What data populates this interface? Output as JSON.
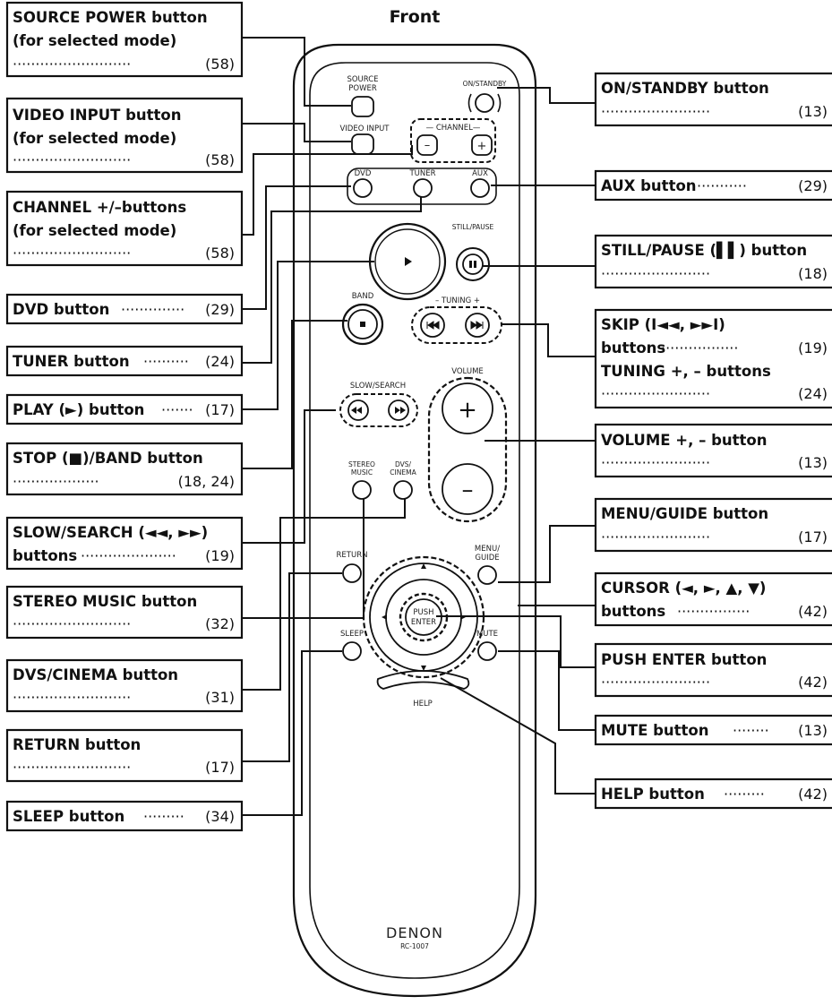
{
  "heading": "Front",
  "callouts": {
    "source_power": {
      "lines": [
        "SOURCE POWER button",
        "(for selected mode)"
      ],
      "ref": "(58)"
    },
    "video_input": {
      "lines": [
        "VIDEO INPUT button",
        "(for selected mode)"
      ],
      "ref": "(58)"
    },
    "channel": {
      "lines": [
        "CHANNEL +/–buttons",
        "(for selected mode)"
      ],
      "ref": "(58)"
    },
    "dvd": {
      "lines": [
        "DVD button"
      ],
      "ref": "(29)"
    },
    "tuner": {
      "lines": [
        "TUNER button"
      ],
      "ref": "(24)"
    },
    "play": {
      "lines": [
        "PLAY (►) button"
      ],
      "ref": "(17)"
    },
    "stop_band": {
      "lines": [
        "STOP (■)/BAND button"
      ],
      "ref": "(18, 24)"
    },
    "slow_search": {
      "lines": [
        "SLOW/SEARCH (◄◄, ►►)",
        "buttons"
      ],
      "ref": "(19)"
    },
    "stereo_music": {
      "lines": [
        "STEREO MUSIC button"
      ],
      "ref": "(32)"
    },
    "dvs_cinema": {
      "lines": [
        "DVS/CINEMA button"
      ],
      "ref": "(31)"
    },
    "return": {
      "lines": [
        "RETURN button"
      ],
      "ref": "(17)"
    },
    "sleep": {
      "lines": [
        "SLEEP button"
      ],
      "ref": "(34)"
    },
    "on_standby": {
      "lines": [
        "ON/STANDBY button"
      ],
      "ref": "(13)"
    },
    "aux": {
      "lines": [
        "AUX button"
      ],
      "ref": "(29)"
    },
    "still_pause": {
      "lines": [
        "STILL/PAUSE (▌▌) button"
      ],
      "ref": "(18)"
    },
    "skip_tuning": {
      "lines": [
        "SKIP (I◄◄, ►►I)",
        "buttons",
        "TUNING +, – buttons"
      ],
      "ref": "(19)",
      "ref2": "(24)"
    },
    "volume": {
      "lines": [
        "VOLUME +, – button"
      ],
      "ref": "(13)"
    },
    "menu_guide": {
      "lines": [
        "MENU/GUIDE button"
      ],
      "ref": "(17)"
    },
    "cursor": {
      "lines": [
        "CURSOR (◄, ►, ▲, ▼)",
        "buttons"
      ],
      "ref": "(42)"
    },
    "push_enter": {
      "lines": [
        "PUSH ENTER button"
      ],
      "ref": "(42)"
    },
    "mute": {
      "lines": [
        "MUTE button"
      ],
      "ref": "(13)"
    },
    "help": {
      "lines": [
        "HELP button"
      ],
      "ref": "(42)"
    }
  },
  "remote_labels": {
    "source_power": [
      "SOURCE",
      "POWER"
    ],
    "on_standby": "ON/STANDBY",
    "video_input": "VIDEO INPUT",
    "channel": "— CHANNEL—",
    "dvd": "DVD",
    "tuner": "TUNER",
    "aux": "AUX",
    "still_pause": "STILL/PAUSE",
    "band": "BAND",
    "tuning": "– TUNING +",
    "volume": "VOLUME",
    "slow_search": "SLOW/SEARCH",
    "stereo_music": [
      "STEREO",
      "MUSIC"
    ],
    "dvs_cinema": [
      "DVS/",
      "CINEMA"
    ],
    "return": "RETURN",
    "menu_guide": [
      "MENU/",
      "GUIDE"
    ],
    "push_enter": [
      "PUSH",
      "ENTER"
    ],
    "sleep": "SLEEP",
    "mute": "MUTE",
    "help": "HELP",
    "brand": "DENON",
    "model": "RC-1007",
    "plus": "+",
    "minus": "–"
  }
}
